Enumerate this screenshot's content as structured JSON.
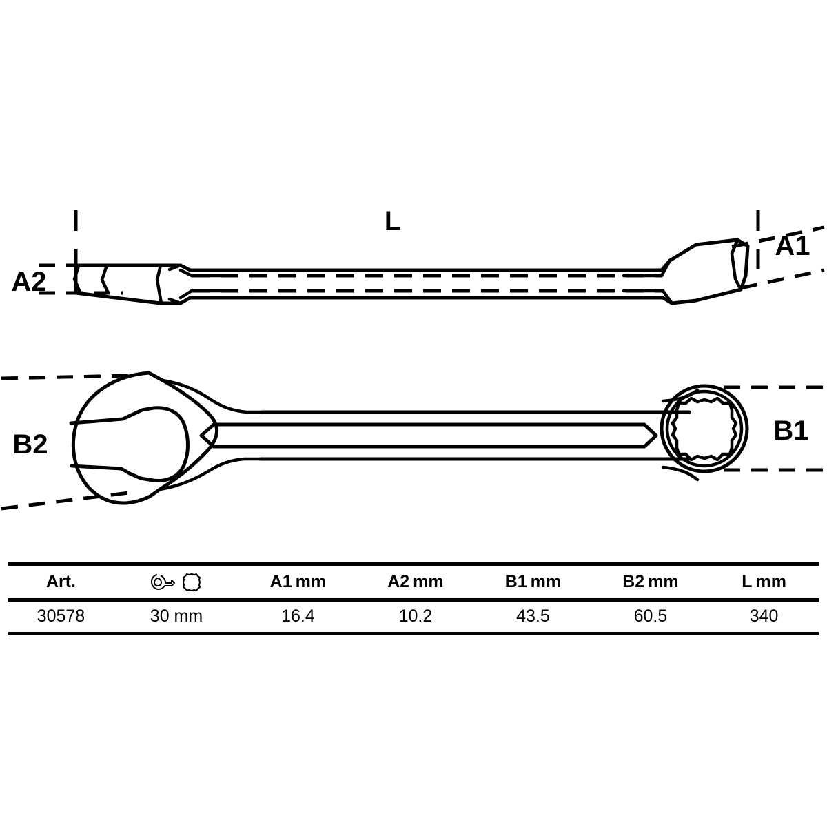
{
  "drawing": {
    "type": "technical-dimension-drawing",
    "subject": "combination-spanner",
    "views": [
      {
        "name": "side-view",
        "position": "top"
      },
      {
        "name": "plan-view",
        "position": "bottom"
      }
    ],
    "dimension_labels": {
      "length": "L",
      "a1": "A1",
      "a2": "A2",
      "b1": "B1",
      "b2": "B2"
    }
  },
  "table": {
    "columns": [
      {
        "key": "art",
        "label": "Art.",
        "unit": ""
      },
      {
        "key": "size",
        "label": "",
        "unit": "",
        "icon": "wrench-and-ring-profile-icon"
      },
      {
        "key": "a1",
        "label": "A1",
        "unit": "mm"
      },
      {
        "key": "a2",
        "label": "A2",
        "unit": "mm"
      },
      {
        "key": "b1",
        "label": "B1",
        "unit": "mm"
      },
      {
        "key": "b2",
        "label": "B2",
        "unit": "mm"
      },
      {
        "key": "l",
        "label": "L",
        "unit": "mm"
      }
    ],
    "rows": [
      {
        "art": "30578",
        "size": "30 mm",
        "a1": "16.4",
        "a2": "10.2",
        "b1": "43.5",
        "b2": "60.5",
        "l": "340"
      }
    ]
  },
  "colors": {
    "line": "#000000",
    "background": "#ffffff"
  }
}
